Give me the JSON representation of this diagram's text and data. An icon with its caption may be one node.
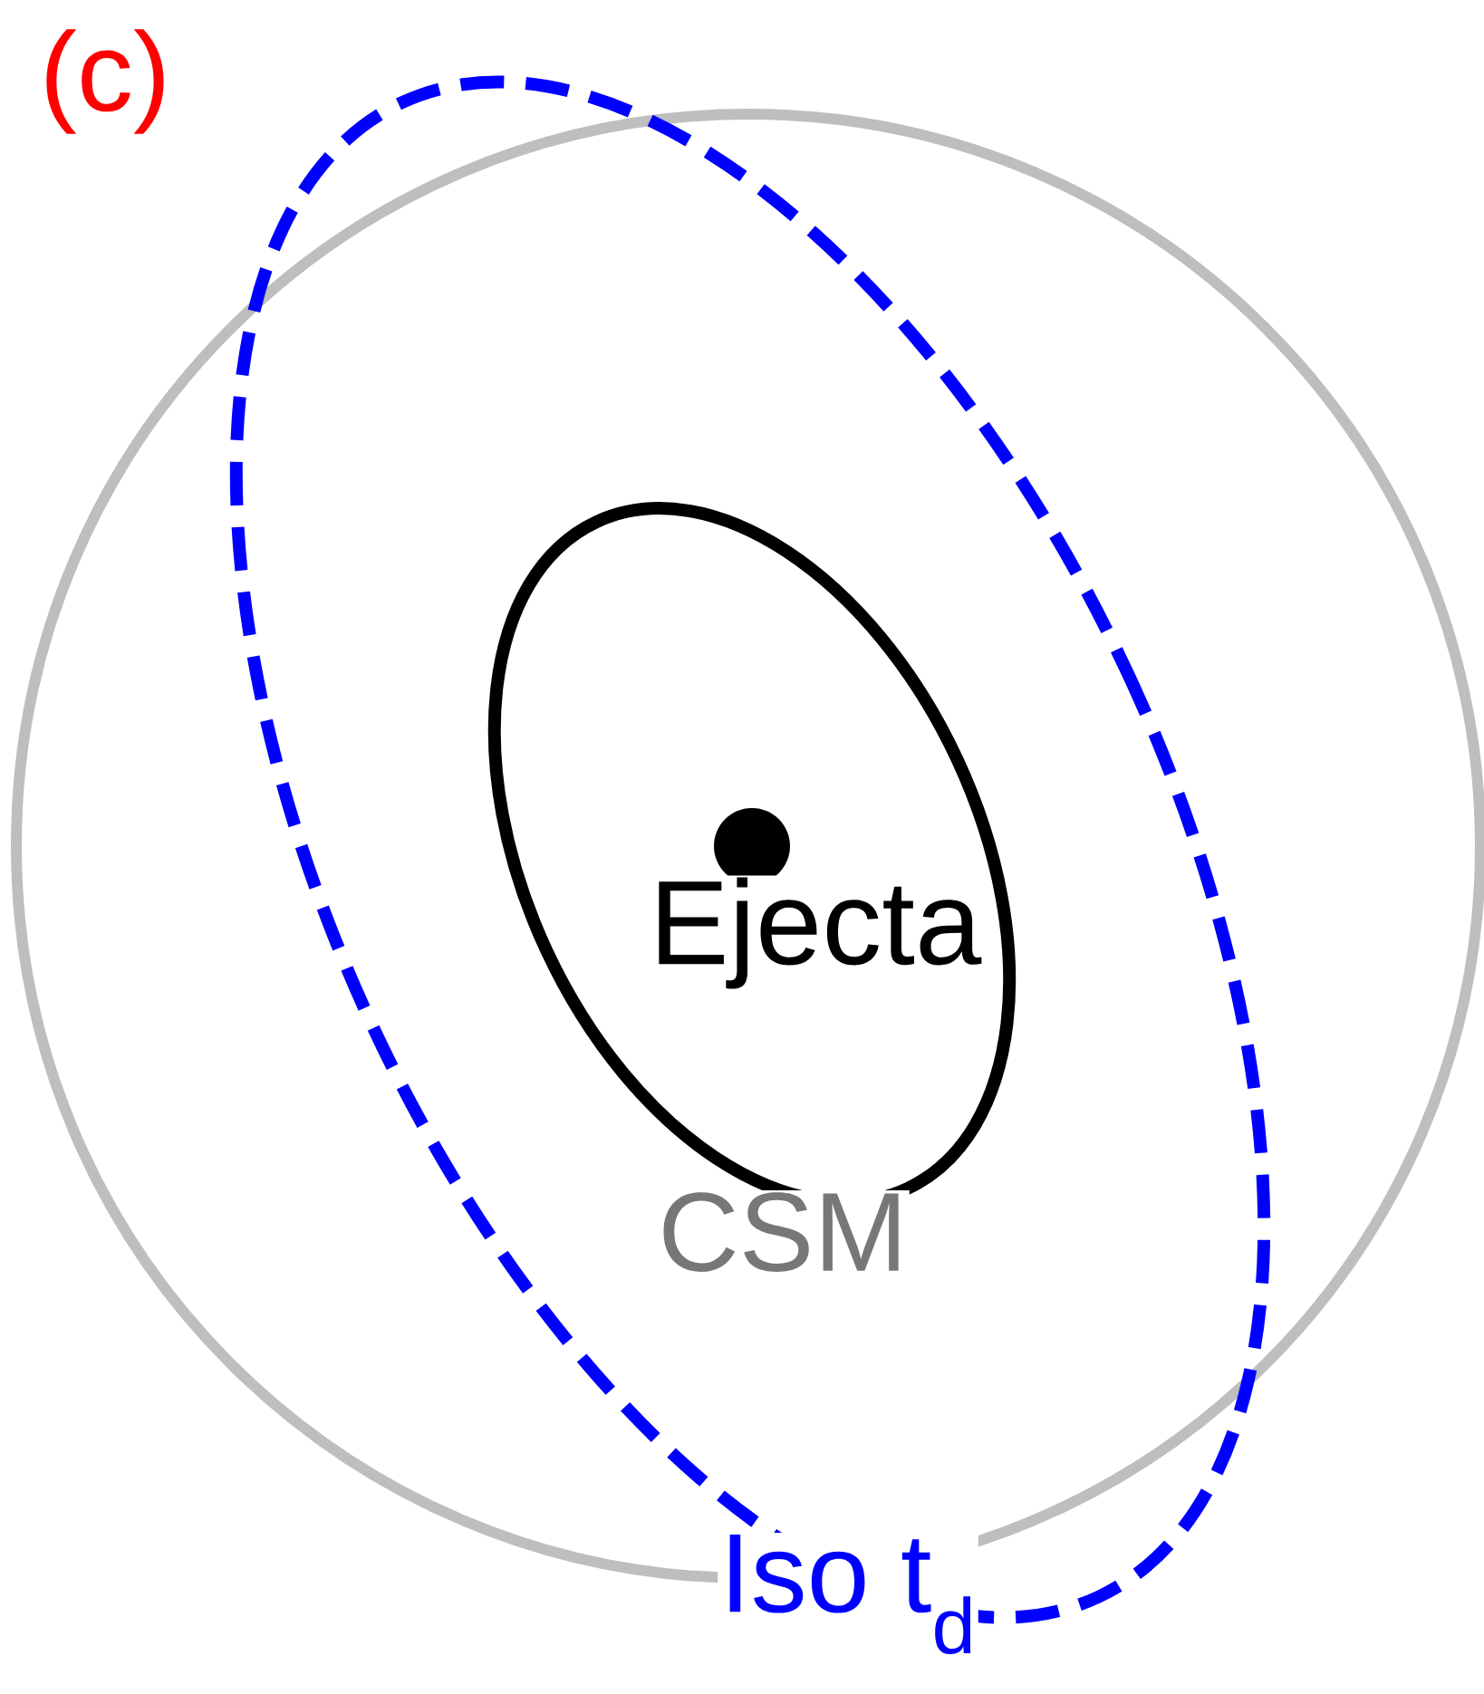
{
  "diagram": {
    "labels": [
      "(c)",
      "Ejecta",
      "CSM",
      "Iso t$_{d}$"
    ]
  }
}
